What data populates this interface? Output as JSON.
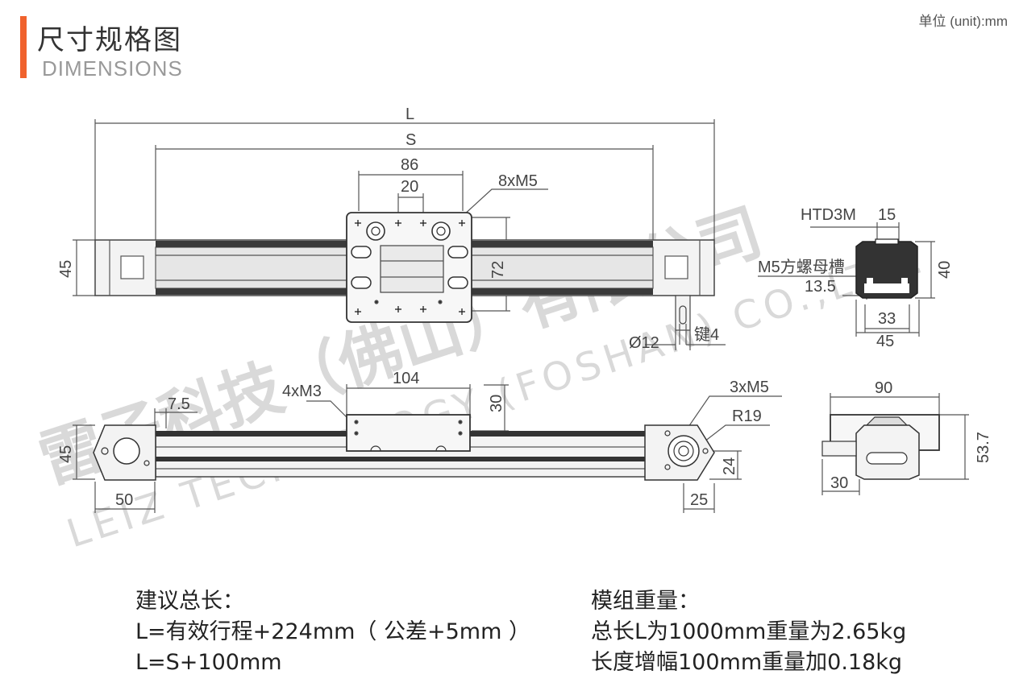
{
  "header": {
    "title_cn": "尺寸规格图",
    "title_en": "DIMENSIONS",
    "unit": "单位 (unit):mm"
  },
  "watermark": {
    "cn": "雷子科技（佛山）有限公司",
    "en": "LEIZ TECHNOLOGY (FOSHAN) CO.,LTD."
  },
  "top_view": {
    "dim_L": "L",
    "dim_S": "S",
    "dim_86": "86",
    "dim_20": "20",
    "dim_8xM5": "8xM5",
    "dim_45": "45",
    "dim_72": "72",
    "dim_d12": "Ø12",
    "dim_key": "键4"
  },
  "profile_view": {
    "htd": "HTD3M",
    "dim_15": "15",
    "m5_slot": "M5方螺母槽",
    "dim_13_5": "13.5",
    "dim_40": "40",
    "dim_33": "33",
    "dim_45": "45"
  },
  "side_view": {
    "dim_104": "104",
    "dim_4xM3": "4xM3",
    "dim_30": "30",
    "dim_7_5": "7.5",
    "dim_45": "45",
    "dim_50": "50",
    "dim_3xM5": "3xM5",
    "dim_R19": "R19",
    "dim_24": "24",
    "dim_25": "25"
  },
  "end_view": {
    "dim_90": "90",
    "dim_53_7": "53.7",
    "dim_30": "30"
  },
  "notes_left": {
    "heading": "建议总长：",
    "line1": "L=有效行程+224mm（ 公差+5mm ）",
    "line2": "L=S+100mm"
  },
  "notes_right": {
    "heading": "模组重量：",
    "line1": "总长L为1000mm重量为2.65kg",
    "line2": "长度增幅100mm重量加0.18kg"
  }
}
